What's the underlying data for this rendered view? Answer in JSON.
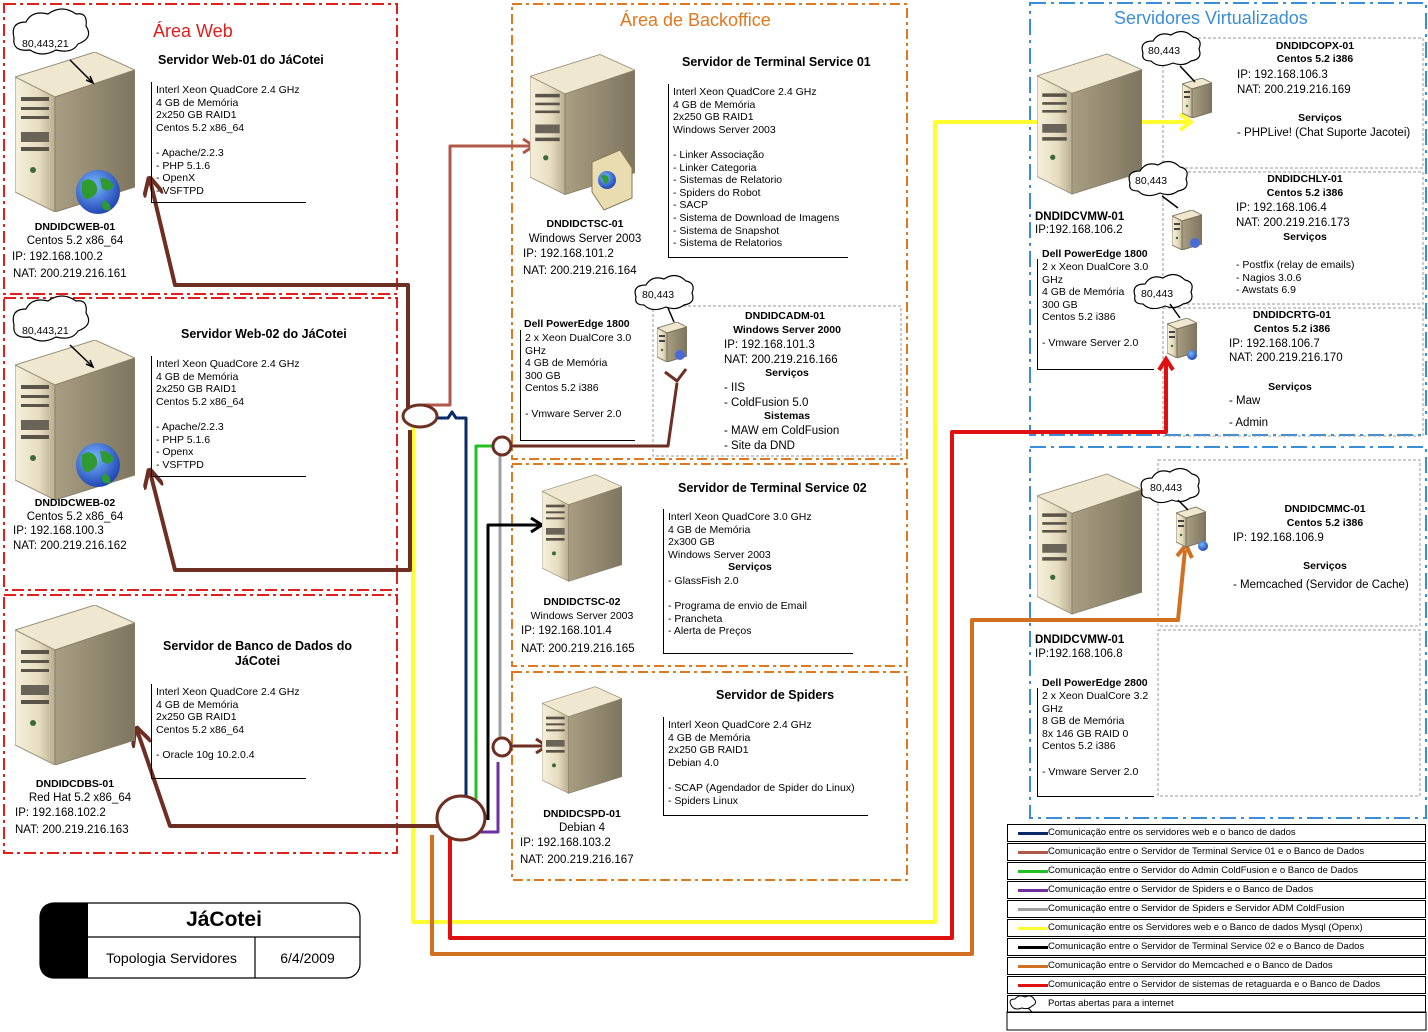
{
  "zones": {
    "web": "Área Web",
    "backoffice": "Área de Backoffice",
    "virtual": "Servidores Virtualizados"
  },
  "ports": {
    "web01": "80,443,21",
    "web02": "80,443,21",
    "adm": "80,443",
    "copx": "80,443",
    "chly": "80,443",
    "crtg": "80,443",
    "mmc": "80,443"
  },
  "servers": {
    "web01": {
      "name": "DNDIDCWEB-01",
      "os": "Centos 5.2 x86_64",
      "ip": "IP: 192.168.100.2",
      "nat": "NAT: 200.219.216.161",
      "title": "Servidor Web-01 do JáCotei",
      "specs": "Interl Xeon QuadCore 2.4 GHz\n4 GB de Memória\n2x250 GB RAID1\nCentos 5.2 x86_64\n\n- Apache/2.2.3\n- PHP 5.1.6\n- OpenX\n- VSFTPD"
    },
    "web02": {
      "name": "DNDIDCWEB-02",
      "os": "Centos 5.2 x86_64",
      "ip": "IP: 192.168.100.3",
      "nat": "NAT: 200.219.216.162",
      "title": "Servidor Web-02 do JáCotei",
      "specs": "Interl Xeon QuadCore 2.4 GHz\n4 GB de Memória\n2x250 GB RAID1\nCentos 5.2 x86_64\n\n- Apache/2.2.3\n- PHP 5.1.6\n- Openx\n- VSFTPD"
    },
    "dbs": {
      "name": "DNDIDCDBS-01",
      "os": "Red Hat 5.2 x86_64",
      "ip": "IP: 192.168.102.2",
      "nat": "NAT: 200.219.216.163",
      "title": "Servidor de Banco de Dados do\nJáCotei",
      "specs": "Interl Xeon QuadCore 2.4 GHz\n4 GB de Memória\n2x250 GB RAID1\nCentos 5.2 x86_64\n\n- Oracle 10g 10.2.0.4"
    },
    "tsc01": {
      "name": "DNDIDCTSC-01",
      "os": "Windows Server 2003",
      "ip": "IP: 192.168.101.2",
      "nat": "NAT: 200.219.216.164",
      "title": "Servidor de Terminal Service 01",
      "specs": "Interl Xeon QuadCore 2.4 GHz\n4 GB de Memória\n2x250 GB RAID1\nWindows Server 2003\n\n- Linker Associação\n- Linker Categoria\n- Sistemas de Relatorio\n- Spiders do Robot\n- SACP\n- Sistema de Download de Imagens\n- Sistema de Snapshot\n- Sistema de Relatorios"
    },
    "host_pe1800": {
      "model": "Dell PowerEdge 1800",
      "specs": "2 x Xeon DualCore 3.0\nGHz\n4 GB de Memória\n300 GB\nCentos 5.2 i386\n\n- Vmware Server 2.0"
    },
    "adm": {
      "name": "DNDIDCADM-01",
      "os": "Windows Server 2000",
      "ip": "IP: 192.168.101.3",
      "nat": "NAT: 200.219.216.166",
      "services_title": "Serviços",
      "services": "- IIS\n- ColdFusion 5.0",
      "systems_title": "Sistemas",
      "systems": "- MAW em ColdFusion\n- Site da DND"
    },
    "tsc02": {
      "name": "DNDIDCTSC-02",
      "os": "Windows Server 2003",
      "ip": "IP: 192.168.101.4",
      "nat": "NAT: 200.219.216.165",
      "title": "Servidor de Terminal Service 02",
      "specs": "Interl Xeon QuadCore 3.0 GHz\n4 GB de Memória\n2x300 GB\nWindows Server 2003",
      "services_title": "Serviços",
      "services": "- GlassFish 2.0\n\n- Programa de envio de Email\n- Prancheta\n- Alerta de Preços"
    },
    "spd": {
      "name": "DNDIDCSPD-01",
      "os": "Debian 4",
      "ip": "IP: 192.168.103.2",
      "nat": "NAT: 200.219.216.167",
      "title": "Servidor de Spiders",
      "specs": "Interl Xeon QuadCore 2.4 GHz\n4 GB de Memória\n2x250 GB RAID1\nDebian 4.0\n\n- SCAP (Agendador de Spider do Linux)\n- Spiders Linux"
    },
    "vmw1": {
      "name": "DNDIDCVMW-01",
      "ip": "IP:192.168.106.2",
      "model": "Dell PowerEdge 1800",
      "specs": "2 x Xeon DualCore 3.0\nGHz\n4 GB de Memória\n300 GB\nCentos 5.2 i386\n\n- Vmware Server 2.0"
    },
    "copx": {
      "name": "DNDIDCOPX-01",
      "os": "Centos 5.2 i386",
      "ip": "IP: 192.168.106.3",
      "nat": "NAT: 200.219.216.169",
      "services_title": "Serviços",
      "services": "- PHPLive! (Chat Suporte Jacotei)"
    },
    "chly": {
      "name": "DNDIDCHLY-01",
      "os": "Centos 5.2 i386",
      "ip": "IP: 192.168.106.4",
      "nat": "NAT: 200.219.216.173",
      "services_title": "Serviços",
      "services": "- Postfix (relay de emails)\n- Nagios 3.0.6\n- Awstats 6.9"
    },
    "crtg": {
      "name": "DNDIDCRTG-01",
      "os": "Centos 5.2 i386",
      "ip": "IP: 192.168.106.7",
      "nat": "NAT: 200.219.216.170",
      "services_title": "Serviços",
      "services": "- Maw\n\n- Admin"
    },
    "vmw2": {
      "name": "DNDIDCVMW-01",
      "ip": "IP:192.168.106.8",
      "model": "Dell PowerEdge 2800",
      "specs": "2 x Xeon DualCore 3.2\nGHz\n8 GB de Memória\n8x 146 GB RAID 0\nCentos 5.2 i386\n\n- Vmware Server 2.0"
    },
    "mmc": {
      "name": "DNDIDCMMC-01",
      "os": "Centos 5.2 i386",
      "ip": "IP: 192.168.106.9",
      "services_title": "Serviços",
      "services": "- Memcached (Servidor de Cache)"
    }
  },
  "title_block": {
    "title": "JáCotei",
    "subtitle": "Topologia Servidores",
    "date": "6/4/2009"
  },
  "colors": {
    "web_zone": "#e0201c",
    "backoffice_zone": "#e07820",
    "virtual_zone": "#3a8ed8",
    "link_main": "#7a3428"
  },
  "legend": [
    {
      "label": "Comunicação entre os servidores web e o banco de dados",
      "color": "#0a2a6a"
    },
    {
      "label": "Comunicação entre o Servidor de Terminal Service 01 e o Banco de Dados",
      "color": "#b0584a"
    },
    {
      "label": "Comunicação entre o Servidor do Admin ColdFusion e o Banco de Dados",
      "color": "#22c022"
    },
    {
      "label": "Comunicação entre o Servidor de Spiders e o Banco de Dados",
      "color": "#7030a0"
    },
    {
      "label": "Comunicação entre o Servidor de Spiders e Servidor ADM ColdFusion",
      "color": "#a0a0a0"
    },
    {
      "label": "Comunicação entre os Servidores web e o Banco de dados Mysql (Openx)",
      "color": "#ffff30"
    },
    {
      "label": "Comunicação entre o Servidor de Terminal Service 02 e o Banco de Dados",
      "color": "#000000"
    },
    {
      "label": "Comunicação entre o Servidor do Memcached e o Banco de Dados",
      "color": "#d07020"
    },
    {
      "label": "Comunicação entre o Servidor de sistemas de retaguarda e o Banco de Dados",
      "color": "#e01010"
    },
    {
      "label": "Portas abertas para a internet",
      "color": "",
      "icon": "cloud-icon"
    }
  ]
}
